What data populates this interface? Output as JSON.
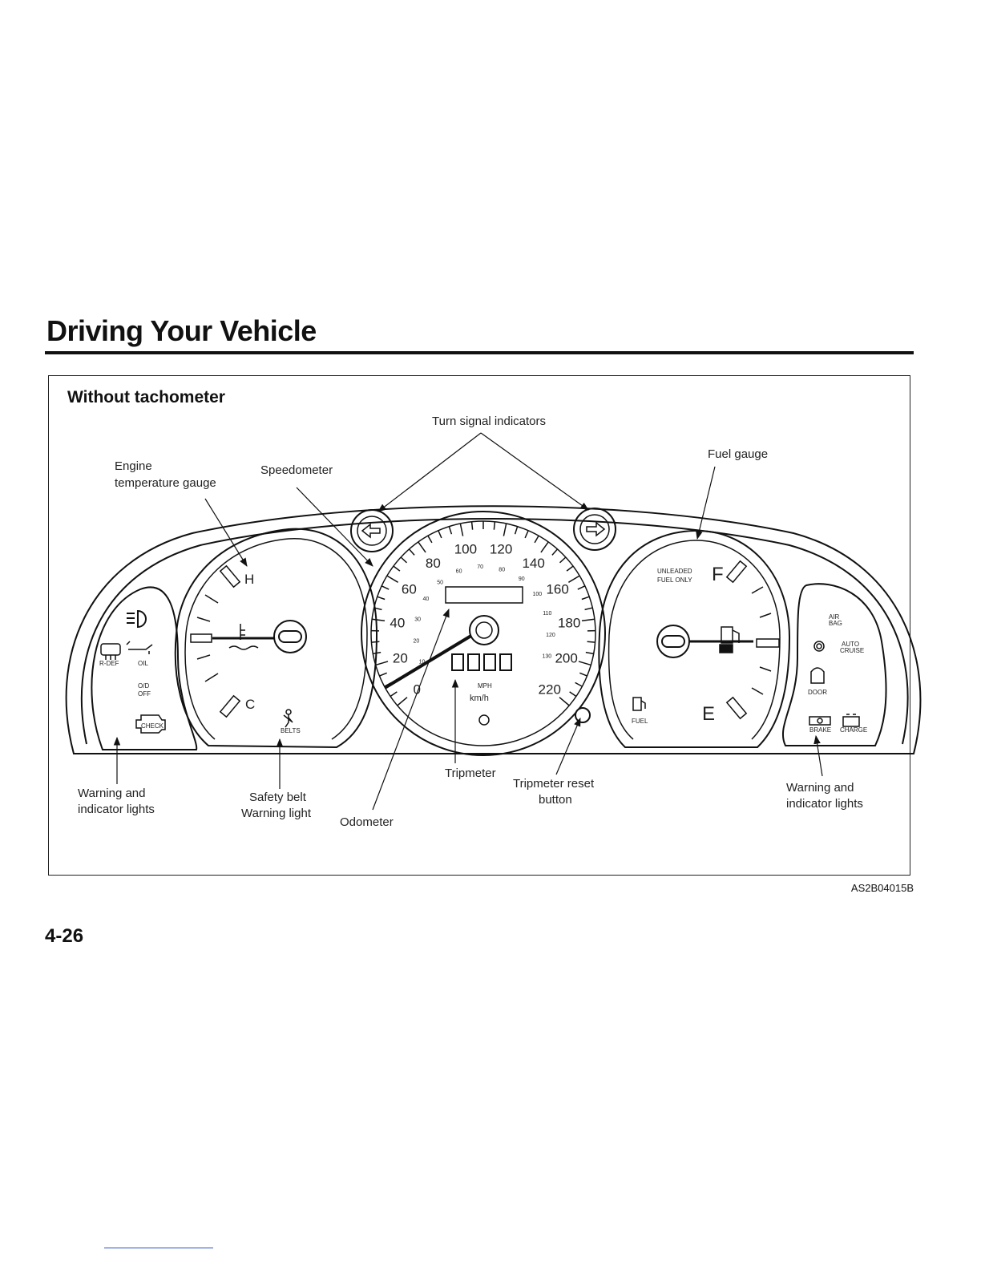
{
  "page": {
    "title": "Driving Your Vehicle",
    "figure_heading": "Without tachometer",
    "figure_code": "AS2B04015B",
    "page_number": "4-26"
  },
  "callouts": {
    "turn_signal": "Turn signal indicators",
    "engine_temp_1": "Engine",
    "engine_temp_2": "temperature gauge",
    "speedometer": "Speedometer",
    "fuel_gauge": "Fuel gauge",
    "warning_left_1": "Warning and",
    "warning_left_2": "indicator lights",
    "safety_belt_1": "Safety belt",
    "safety_belt_2": "Warning light",
    "odometer": "Odometer",
    "tripmeter": "Tripmeter",
    "trip_reset_1": "Tripmeter reset",
    "trip_reset_2": "button",
    "warning_right_1": "Warning and",
    "warning_right_2": "indicator lights"
  },
  "gauges": {
    "temp_hot": "H",
    "temp_cold": "C",
    "fuel_full": "F",
    "fuel_empty": "E",
    "fuel_note_1": "UNLEADED",
    "fuel_note_2": "FUEL ONLY",
    "speed_kmh_labels": [
      "0",
      "20",
      "40",
      "60",
      "80",
      "100",
      "120",
      "140",
      "160",
      "180",
      "200",
      "220"
    ],
    "speed_mph_labels": [
      "10",
      "20",
      "30",
      "40",
      "50",
      "60",
      "70",
      "80",
      "90",
      "100",
      "110",
      "120",
      "130"
    ],
    "unit_mph": "MPH",
    "unit_kmh": "km/h"
  },
  "indicators": {
    "rdef": "R-DEF",
    "oil": "OIL",
    "od_1": "O/D",
    "od_2": "OFF",
    "check": "CHECK",
    "belts": "BELTS",
    "fuel": "FUEL",
    "airbag_1": "AIR",
    "airbag_2": "BAG",
    "cruise_1": "AUTO",
    "cruise_2": "CRUISE",
    "door": "DOOR",
    "brake": "BRAKE",
    "charge": "CHARGE"
  }
}
